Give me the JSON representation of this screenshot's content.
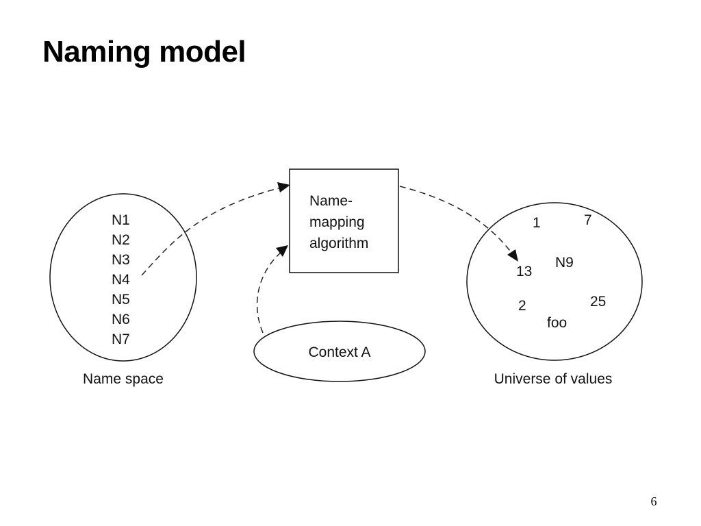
{
  "slide": {
    "title": "Naming model",
    "page_number": "6"
  },
  "diagram": {
    "name_space": {
      "items": [
        "N1",
        "N2",
        "N3",
        "N4",
        "N5",
        "N6",
        "N7"
      ],
      "caption": "Name space"
    },
    "mapping_box": {
      "lines": [
        "Name-",
        "mapping",
        "algorithm"
      ]
    },
    "context": {
      "label": "Context A"
    },
    "universe": {
      "values": [
        "1",
        "7",
        "13",
        "N9",
        "2",
        "25",
        "foo"
      ],
      "caption": "Universe of values"
    }
  }
}
